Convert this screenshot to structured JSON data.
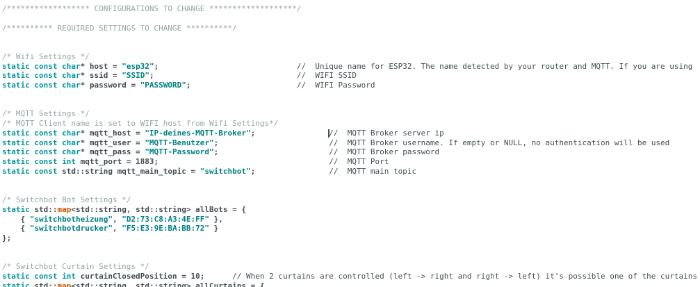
{
  "editor": {
    "colors": {
      "background": "#FFFFFF",
      "default_text": "#434F54",
      "keyword": "#00979C",
      "string": "#008184",
      "function": "#D35400",
      "block_comment": "#95A5A6",
      "line_comment": "#434F54",
      "caret": "#434F54"
    },
    "lines": [
      [
        [
          "c1",
          "/****************** CONFIGURATIONS TO CHANGE *******************/"
        ]
      ],
      [],
      [
        [
          "c1",
          "/********** REQUIRED SETTINGS TO CHANGE **********/"
        ]
      ],
      [],
      [],
      [
        [
          "c1",
          "/* Wifi Settings */"
        ]
      ],
      [
        [
          "k",
          "static const char"
        ],
        [
          "d",
          "* host = "
        ],
        [
          "s",
          "\"esp32\""
        ],
        [
          "d",
          ";                              "
        ],
        [
          "c2",
          "//  Unique name for ESP32. The name detected by your router and MQTT. If you are using"
        ]
      ],
      [
        [
          "k",
          "static const char"
        ],
        [
          "d",
          "* ssid = "
        ],
        [
          "s",
          "\"SSID\""
        ],
        [
          "d",
          ";                               "
        ],
        [
          "c2",
          "//  WIFI SSID"
        ]
      ],
      [
        [
          "k",
          "static const char"
        ],
        [
          "d",
          "* password = "
        ],
        [
          "s",
          "\"PASSWORD\""
        ],
        [
          "d",
          ";                       "
        ],
        [
          "c2",
          "//  WIFI Password"
        ]
      ],
      [],
      [],
      [
        [
          "c1",
          "/* MQTT Settings */"
        ]
      ],
      [
        [
          "c1",
          "/* MQTT Client name is set to WIFI host from Wifi Settings*/"
        ]
      ],
      [
        [
          "k",
          "static const char"
        ],
        [
          "d",
          "* mqtt_host = "
        ],
        [
          "s",
          "\"IP-deines-MQTT-Broker\""
        ],
        [
          "d",
          ";                "
        ],
        [
          "caret",
          ""
        ],
        [
          "c2",
          "//  MQTT Broker server ip"
        ]
      ],
      [
        [
          "k",
          "static const char"
        ],
        [
          "d",
          "* mqtt_user = "
        ],
        [
          "s",
          "\"MQTT-Benutzer\""
        ],
        [
          "d",
          ";                        "
        ],
        [
          "c2",
          "//  MQTT Broker username. If empty or NULL, no authentication will be used"
        ]
      ],
      [
        [
          "k",
          "static const char"
        ],
        [
          "d",
          "* mqtt_pass = "
        ],
        [
          "s",
          "\"MQTT-Password\""
        ],
        [
          "d",
          ";                        "
        ],
        [
          "c2",
          "//  MQTT Broker password"
        ]
      ],
      [
        [
          "k",
          "static const int"
        ],
        [
          "d",
          " mqtt_port = 1883;                                     "
        ],
        [
          "c2",
          "//  MQTT Port"
        ]
      ],
      [
        [
          "k",
          "static const"
        ],
        [
          "d",
          " std::string mqtt_main_topic = "
        ],
        [
          "s",
          "\"switchbot\""
        ],
        [
          "d",
          ";                "
        ],
        [
          "c2",
          "//  MQTT main topic"
        ]
      ],
      [],
      [],
      [
        [
          "c1",
          "/* Switchbot Bot Settings */"
        ]
      ],
      [
        [
          "k",
          "static"
        ],
        [
          "d",
          " std::"
        ],
        [
          "f",
          "map"
        ],
        [
          "d",
          "<std::string, std::string> allBots = {"
        ]
      ],
      [
        [
          "d",
          "    { "
        ],
        [
          "s",
          "\"switchbotheizung\""
        ],
        [
          "d",
          ", "
        ],
        [
          "s",
          "\"D2:73:C8:A3:4E:FF\""
        ],
        [
          "d",
          " },"
        ]
      ],
      [
        [
          "d",
          "    { "
        ],
        [
          "s",
          "\"switchbotdrucker\""
        ],
        [
          "d",
          ", "
        ],
        [
          "s",
          "\"F5:E3:9E:BA:BB:72\""
        ],
        [
          "d",
          " }"
        ]
      ],
      [
        [
          "d",
          "};"
        ]
      ],
      [],
      [],
      [
        [
          "c1",
          "/* Switchbot Curtain Settings */"
        ]
      ],
      [
        [
          "k",
          "static const int"
        ],
        [
          "d",
          " curtainClosedPosition = 10;      "
        ],
        [
          "c2",
          "// When 2 curtains are controlled (left -> right and right -> left) it's possible one of the curtains"
        ]
      ],
      [
        [
          "k",
          "static"
        ],
        [
          "d",
          " std::"
        ],
        [
          "f",
          "map"
        ],
        [
          "d",
          "<std::string, std::string> allCurtains = {"
        ]
      ]
    ]
  }
}
